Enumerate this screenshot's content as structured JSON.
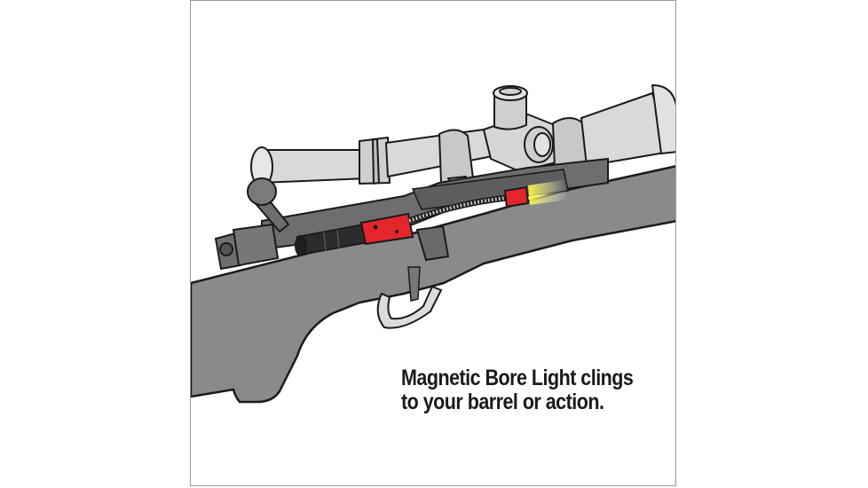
{
  "caption": {
    "line1": "Magnetic Bore Light clings",
    "line2": "to your barrel or action."
  },
  "colors": {
    "background": "#ffffff",
    "panel_border": "#9a9a9a",
    "stock": "#8a8a8a",
    "scope": "#d9d9d9",
    "outline": "#1a1a1a",
    "bore_light_body": "#e3262b",
    "bore_light_glow": "#f4ea3a",
    "bolt": "#6e6e6e"
  },
  "icons": [
    "rifle-illustration",
    "scope-icon",
    "bore-light-icon"
  ]
}
